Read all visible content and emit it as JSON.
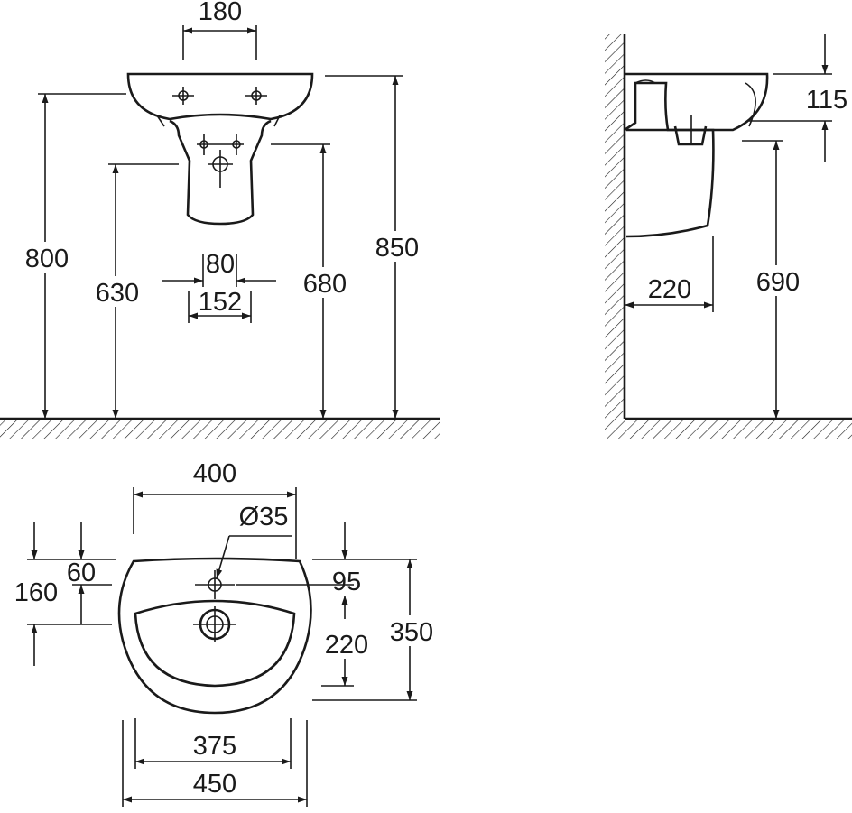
{
  "front_view": {
    "dims": {
      "tap_spacing": "180",
      "overall_height": "800",
      "pedestal_top_height": "630",
      "waste_spacing_inner": "80",
      "waste_spacing_outer": "152",
      "waste_height": "680",
      "rim_height": "850"
    }
  },
  "side_view": {
    "dims": {
      "rim_to_waste": "115",
      "projection": "220",
      "waste_height": "690"
    }
  },
  "top_view": {
    "dims": {
      "inner_width": "400",
      "tap_hole": "Ø35",
      "rear_to_tap": "60",
      "rear_to_waste": "160",
      "front_tap_offset": "95",
      "waste_to_front": "220",
      "overall_depth": "350",
      "bowl_width": "375",
      "overall_width": "450"
    }
  }
}
